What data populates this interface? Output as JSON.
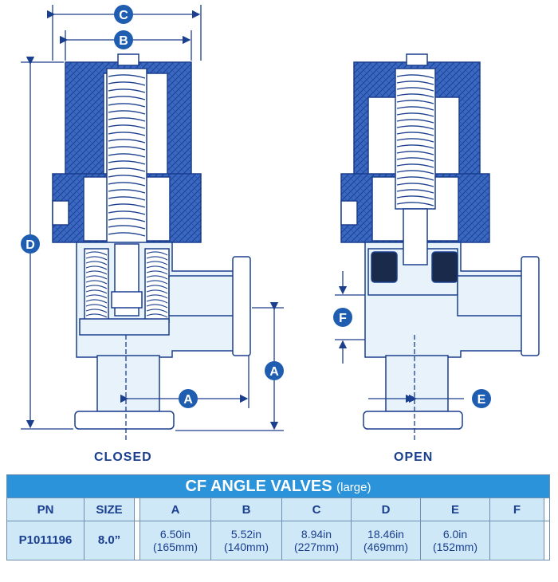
{
  "views": [
    {
      "key": "closed",
      "caption": "CLOSED"
    },
    {
      "key": "open",
      "caption": "OPEN"
    }
  ],
  "dimension_labels": {
    "A": "A",
    "B": "B",
    "C": "C",
    "D": "D",
    "E": "E",
    "F": "F"
  },
  "table": {
    "title": "CF ANGLE VALVES",
    "subtitle": "(large)",
    "headers": [
      "PN",
      "SIZE",
      "A",
      "B",
      "C",
      "D",
      "E",
      "F"
    ],
    "rows": [
      {
        "pn": "P1011196",
        "size": "8.0”",
        "A": {
          "in": "6.50in",
          "mm": "(165mm)"
        },
        "B": {
          "in": "5.52in",
          "mm": "(140mm)"
        },
        "C": {
          "in": "8.94in",
          "mm": "(227mm)"
        },
        "D": {
          "in": "18.46in",
          "mm": "(469mm)"
        },
        "E": {
          "in": "6.0in",
          "mm": "(152mm)"
        },
        "F": {
          "in": "",
          "mm": ""
        }
      }
    ]
  },
  "colors": {
    "line": "#1a3f8f",
    "bonnet": "#3a68c2",
    "fill_light": "#e8f2fb",
    "dim_circle": "#1f5db0",
    "table_header": "#2a93d9",
    "table_row": "#cfe8f8"
  }
}
